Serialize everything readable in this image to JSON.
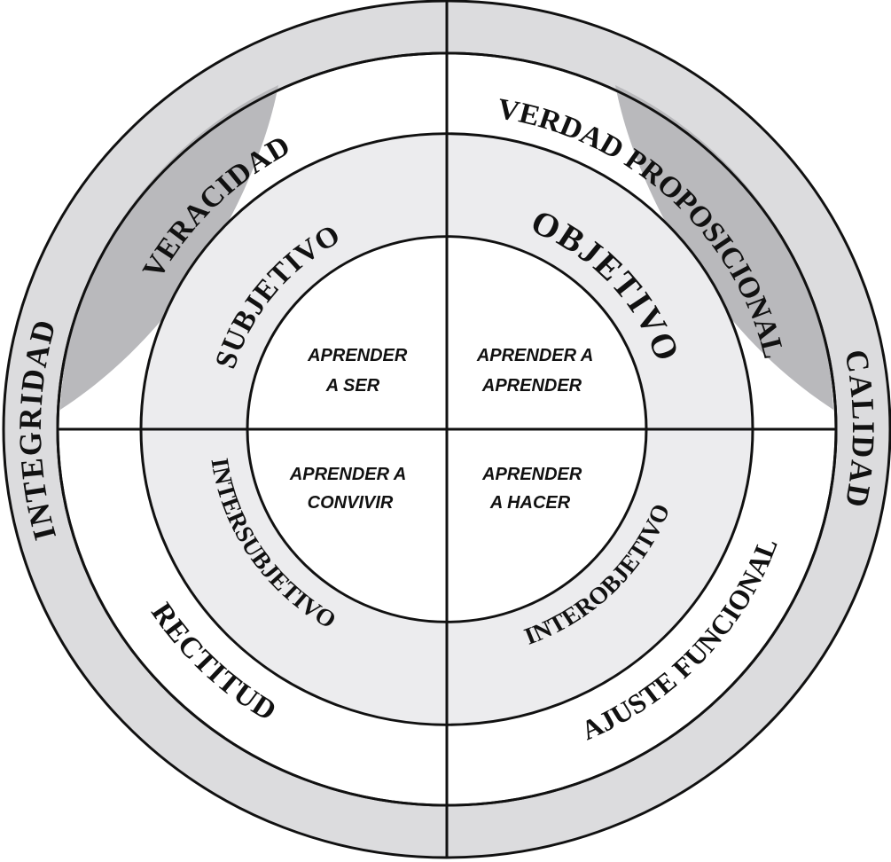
{
  "colors": {
    "outer_ring": "#dcdcde",
    "crescent": "#b9b9bc",
    "middle_ring": "#ececee",
    "band": "#ffffff",
    "center": "#ffffff",
    "stroke": "#111111"
  },
  "outer_ring": {
    "left": "INTEGRIDAD",
    "right": "CALIDAD"
  },
  "second_ring": {
    "top_left": "VERACIDAD",
    "top_right": "VERDAD PROPOSICIONAL",
    "bottom_left": "RECTITUD",
    "bottom_right": "AJUSTE FUNCIONAL"
  },
  "middle_ring": {
    "top_left": "SUBJETIVO",
    "top_right": "OBJETIVO",
    "bottom_left": "INTERSUBJETIVO",
    "bottom_right": "INTEROBJETIVO"
  },
  "center": {
    "top_left": [
      "APRENDER",
      "A  SER"
    ],
    "top_right": [
      "APRENDER A",
      "APRENDER"
    ],
    "bottom_left": [
      "APRENDER A",
      "CONVIVIR"
    ],
    "bottom_right": [
      "APRENDER",
      "A  HACER"
    ]
  }
}
